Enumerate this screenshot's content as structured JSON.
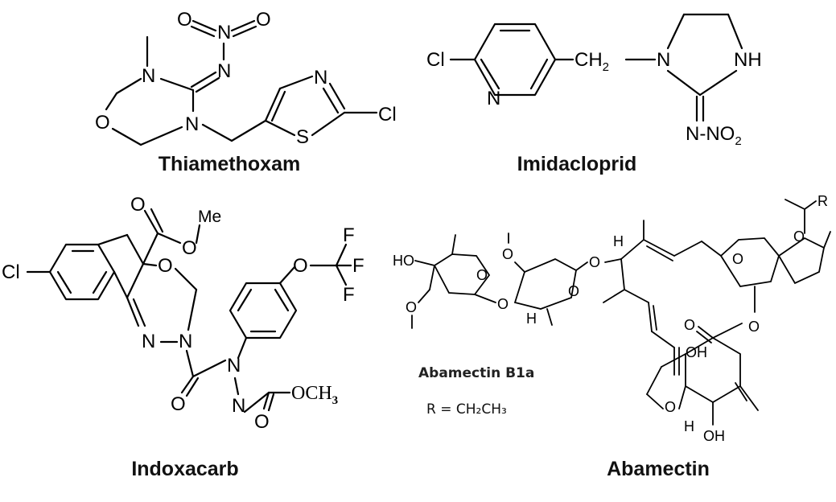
{
  "compounds": [
    {
      "name": "Thiamethoxam"
    },
    {
      "name": "Imidacloprid"
    },
    {
      "name": "Indoxacarb"
    },
    {
      "name": "Abamectin"
    }
  ],
  "abamectin_note": {
    "variant": "Abamectin B1a",
    "r_group": "R = CH₂CH₃"
  },
  "atoms": {
    "O": "O",
    "N": "N",
    "S": "S",
    "Cl": "Cl",
    "NH": "NH",
    "H": "H",
    "OH": "OH",
    "HO": "HO",
    "F": "F",
    "R": "R",
    "Me": "Me",
    "CH2": "CH",
    "sub2": "2",
    "NNO2": "N-NO",
    "OCH3": "OCH",
    "sub3": "3"
  }
}
